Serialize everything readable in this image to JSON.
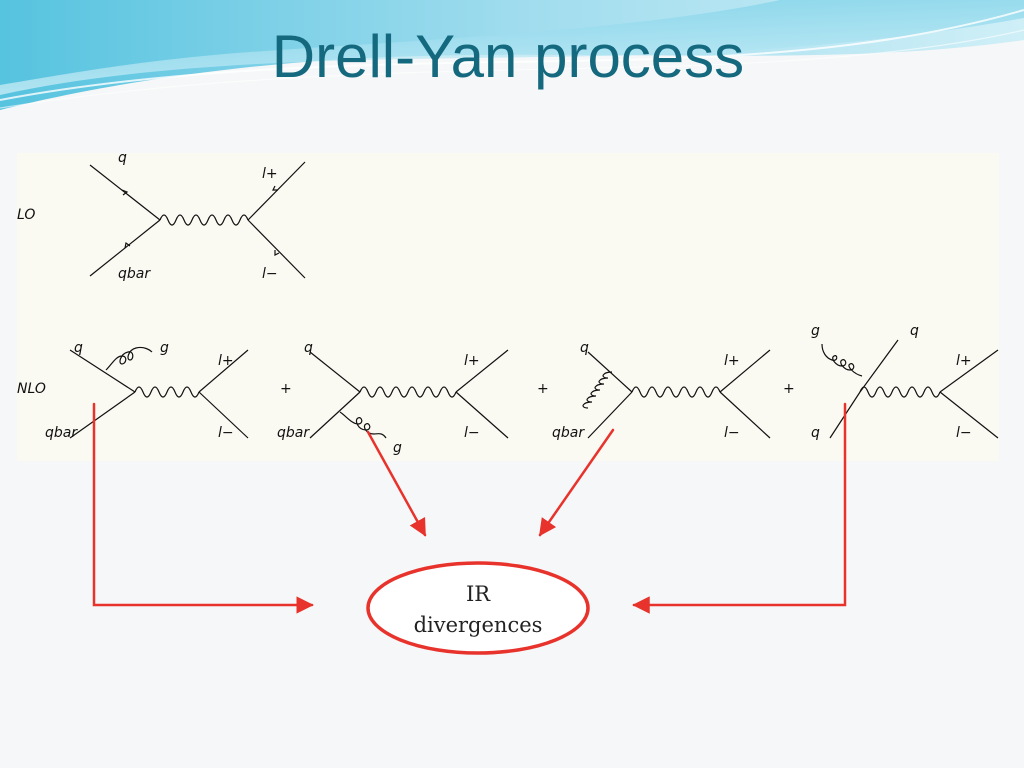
{
  "title": "Drell-Yan process",
  "rows": {
    "lo_label": "LO",
    "nlo_label": "NLO"
  },
  "lo_diagram": {
    "q": "q",
    "qbar": "qbar",
    "lplus": "l+",
    "lminus": "l−"
  },
  "nlo_diagrams": [
    {
      "q": "q",
      "qbar": "qbar",
      "g": "g",
      "lplus": "l+",
      "lminus": "l−"
    },
    {
      "q": "q",
      "qbar": "qbar",
      "g": "g",
      "lplus": "l+",
      "lminus": "l−"
    },
    {
      "q": "q",
      "qbar": "qbar",
      "lplus": "l+",
      "lminus": "l−"
    },
    {
      "g": "g",
      "q_top": "q",
      "q_bottom": "q",
      "lplus": "l+",
      "lminus": "l−"
    }
  ],
  "plus_sign": "+",
  "callout": {
    "line1": "IR",
    "line2": "divergences"
  },
  "colors": {
    "title": "#14697f",
    "arrow": "#e8332c",
    "panel": "#fbfaf2",
    "wave_top": "#8fd8ea"
  }
}
